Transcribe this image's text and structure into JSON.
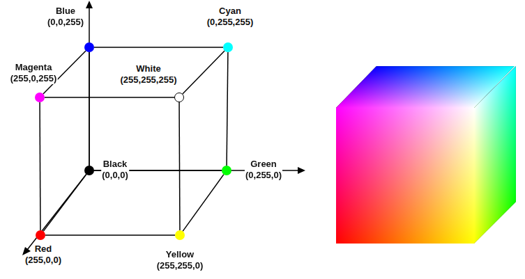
{
  "diagram": {
    "nodes": [
      {
        "text": [
          "Blue",
          "(0,0,255)"
        ]
      },
      {
        "text": [
          "Cyan",
          "(0,255,255)"
        ]
      },
      {
        "text": [
          "Magenta",
          "(255,0,255)"
        ]
      },
      {
        "text": [
          "White",
          "(255,255,255)"
        ]
      },
      {
        "text": [
          "Black",
          "(0,0,0)"
        ]
      },
      {
        "text": [
          "Green",
          "(0,255,0)"
        ]
      },
      {
        "text": [
          "Red",
          "(255,0,0)"
        ]
      },
      {
        "text": [
          "Yellow",
          "(255,255,0)"
        ]
      }
    ],
    "edges": [
      {
        "from": 0,
        "to": 1,
        "arrow": "none"
      },
      {
        "from": 0,
        "to": 2,
        "arrow": "none"
      },
      {
        "from": 1,
        "to": 3,
        "arrow": "none"
      },
      {
        "from": 2,
        "to": 3,
        "arrow": "none"
      },
      {
        "from": 0,
        "to": 4,
        "arrow": "none"
      },
      {
        "from": 1,
        "to": 5,
        "arrow": "none"
      },
      {
        "from": 2,
        "to": 6,
        "arrow": "none"
      },
      {
        "from": 3,
        "to": 7,
        "arrow": "none"
      },
      {
        "from": 4,
        "to": 5,
        "arrow": "none"
      },
      {
        "from": 4,
        "to": 6,
        "arrow": "none"
      },
      {
        "from": 5,
        "to": 7,
        "arrow": "none"
      },
      {
        "from": 6,
        "to": 7,
        "arrow": "none"
      }
    ]
  }
}
